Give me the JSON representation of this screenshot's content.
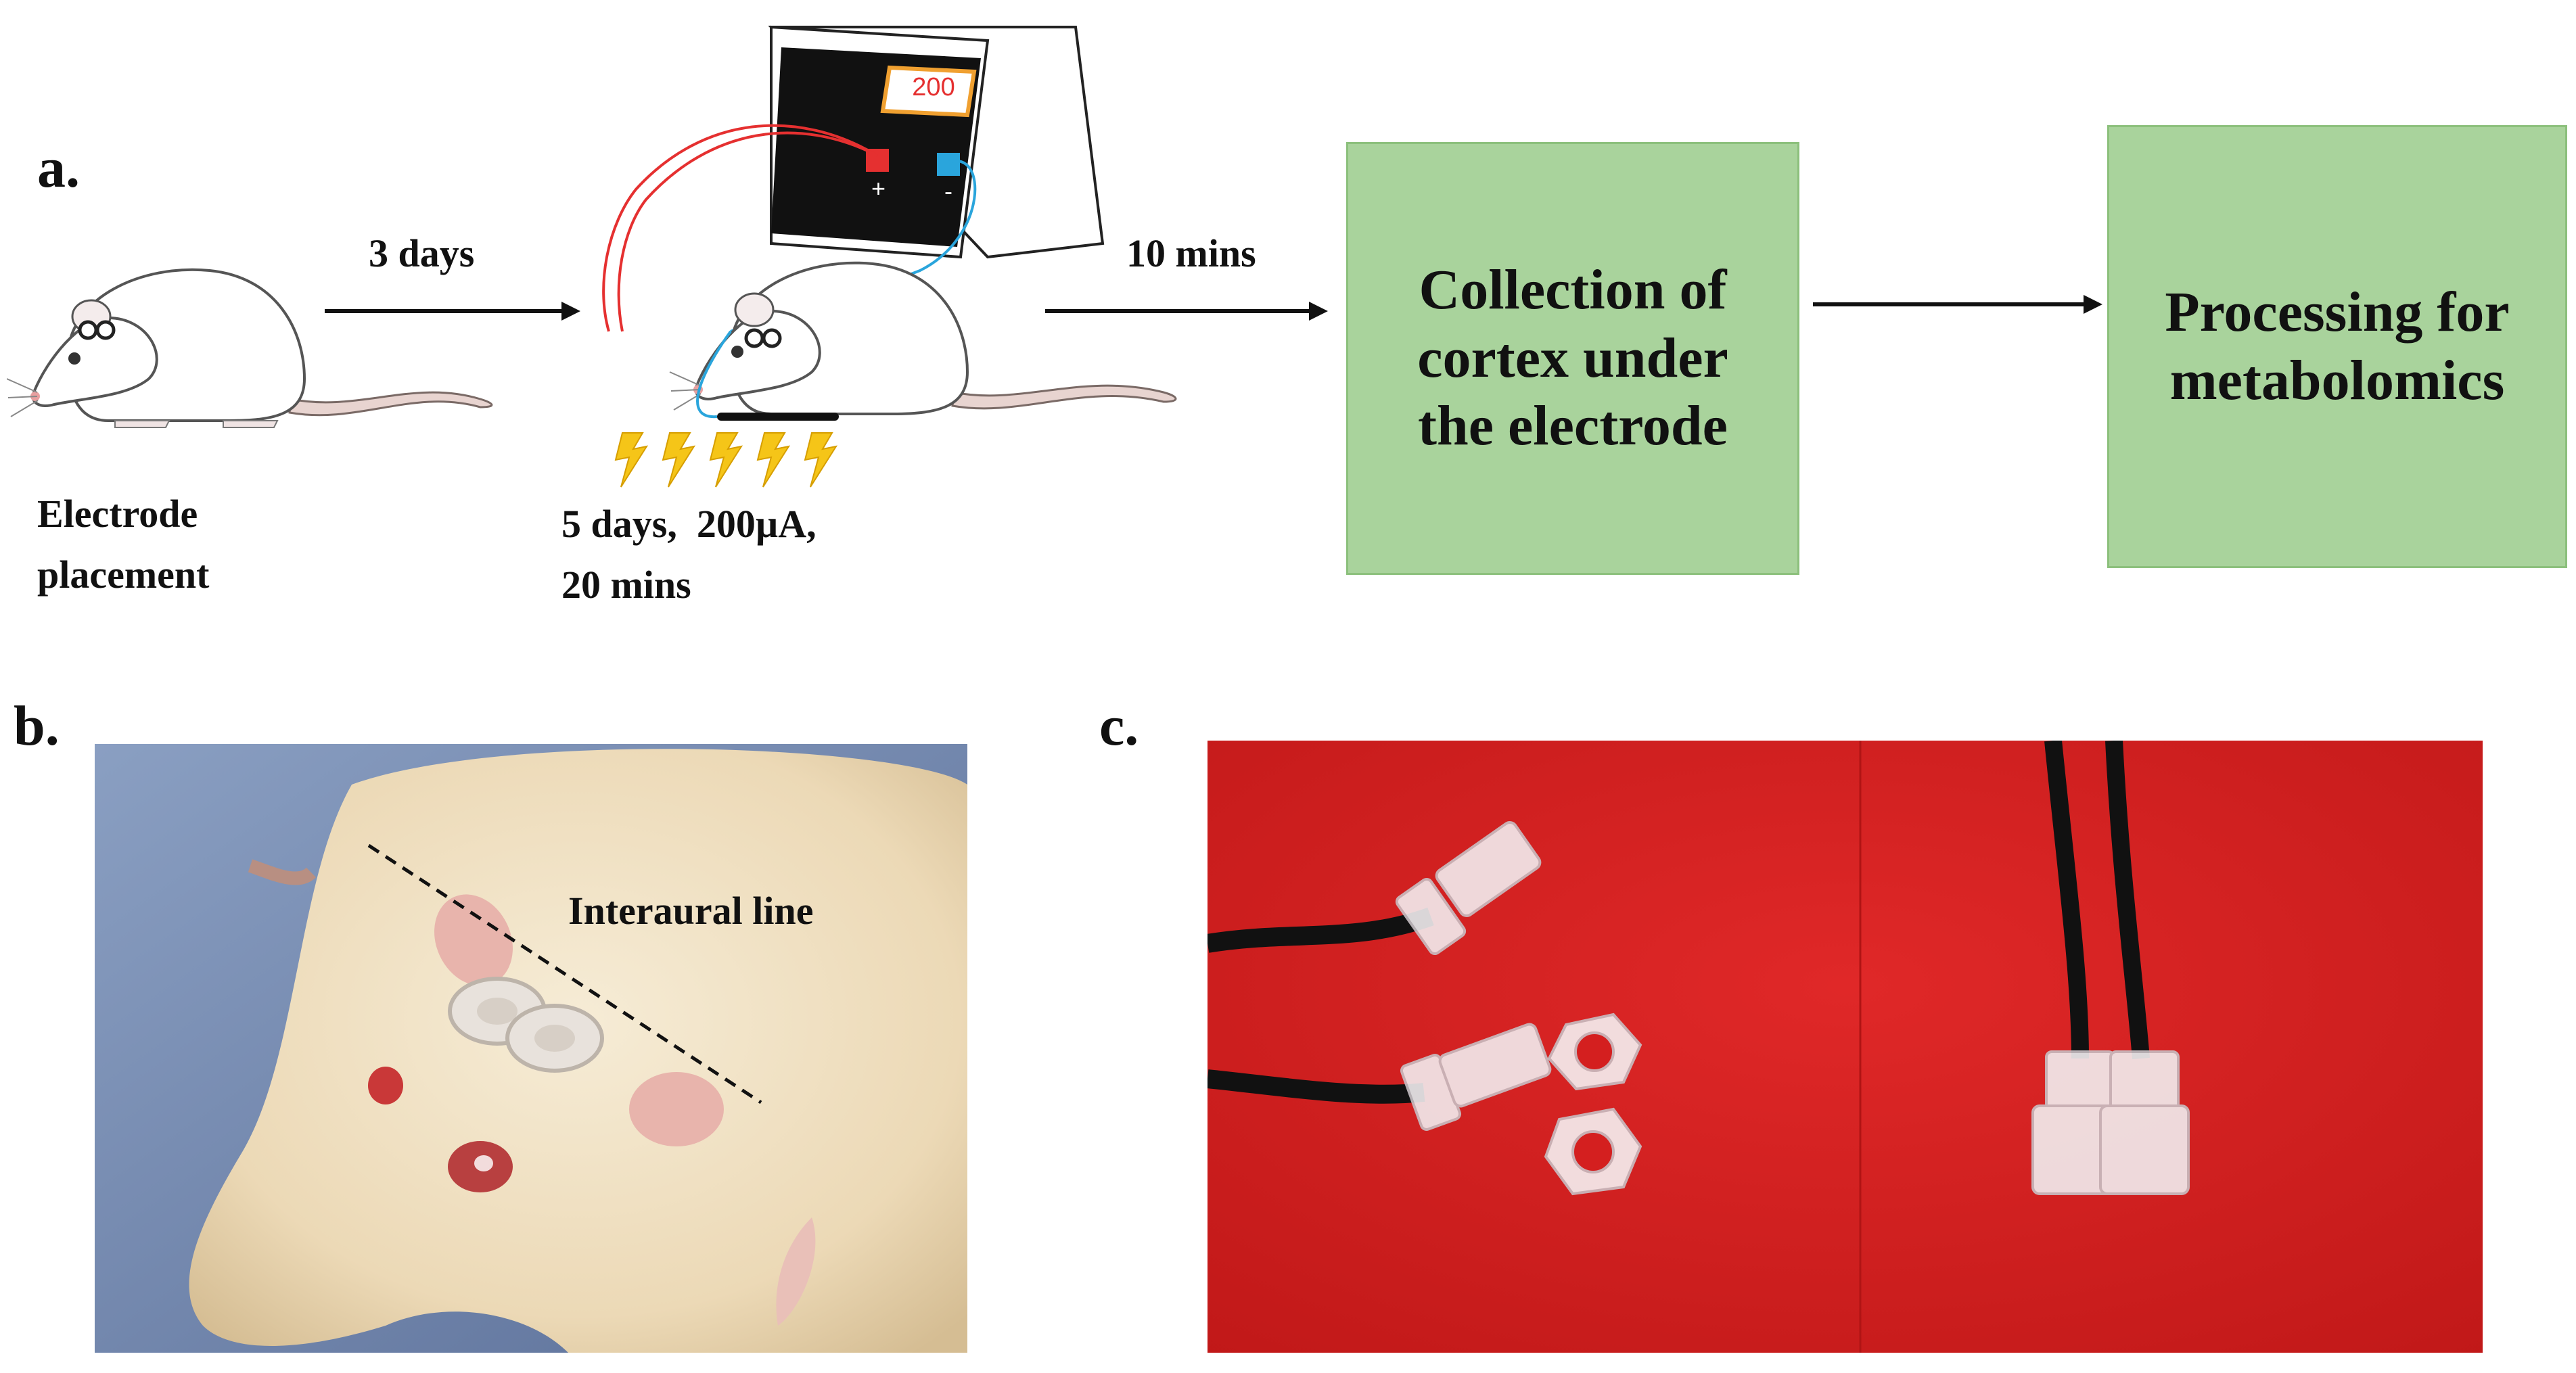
{
  "panels": {
    "a": "a.",
    "b": "b.",
    "c": "c."
  },
  "workflow": {
    "arrow1_label": "3 days",
    "arrow2_label": "10 mins",
    "rat1_caption_line1": "Electrode",
    "rat1_caption_line2": "placement",
    "rat2_caption_line1": "5 days,  200µA,",
    "rat2_caption_line2": "20 mins",
    "stimulator_display": "200",
    "plus_symbol": "+",
    "minus_symbol": "-",
    "box1_line1": "Collection of",
    "box1_line2": "cortex under",
    "box1_line3": "the electrode",
    "box2_line1": "Processing for",
    "box2_line2": "metabolomics"
  },
  "photo_b": {
    "annotation": "Interaural line"
  },
  "colors": {
    "box_fill": "#a9d39c",
    "wire_positive": "#e53030",
    "wire_negative": "#2aa5dc",
    "lightning": "#f5c518",
    "photo_c_background": "#d42020"
  }
}
